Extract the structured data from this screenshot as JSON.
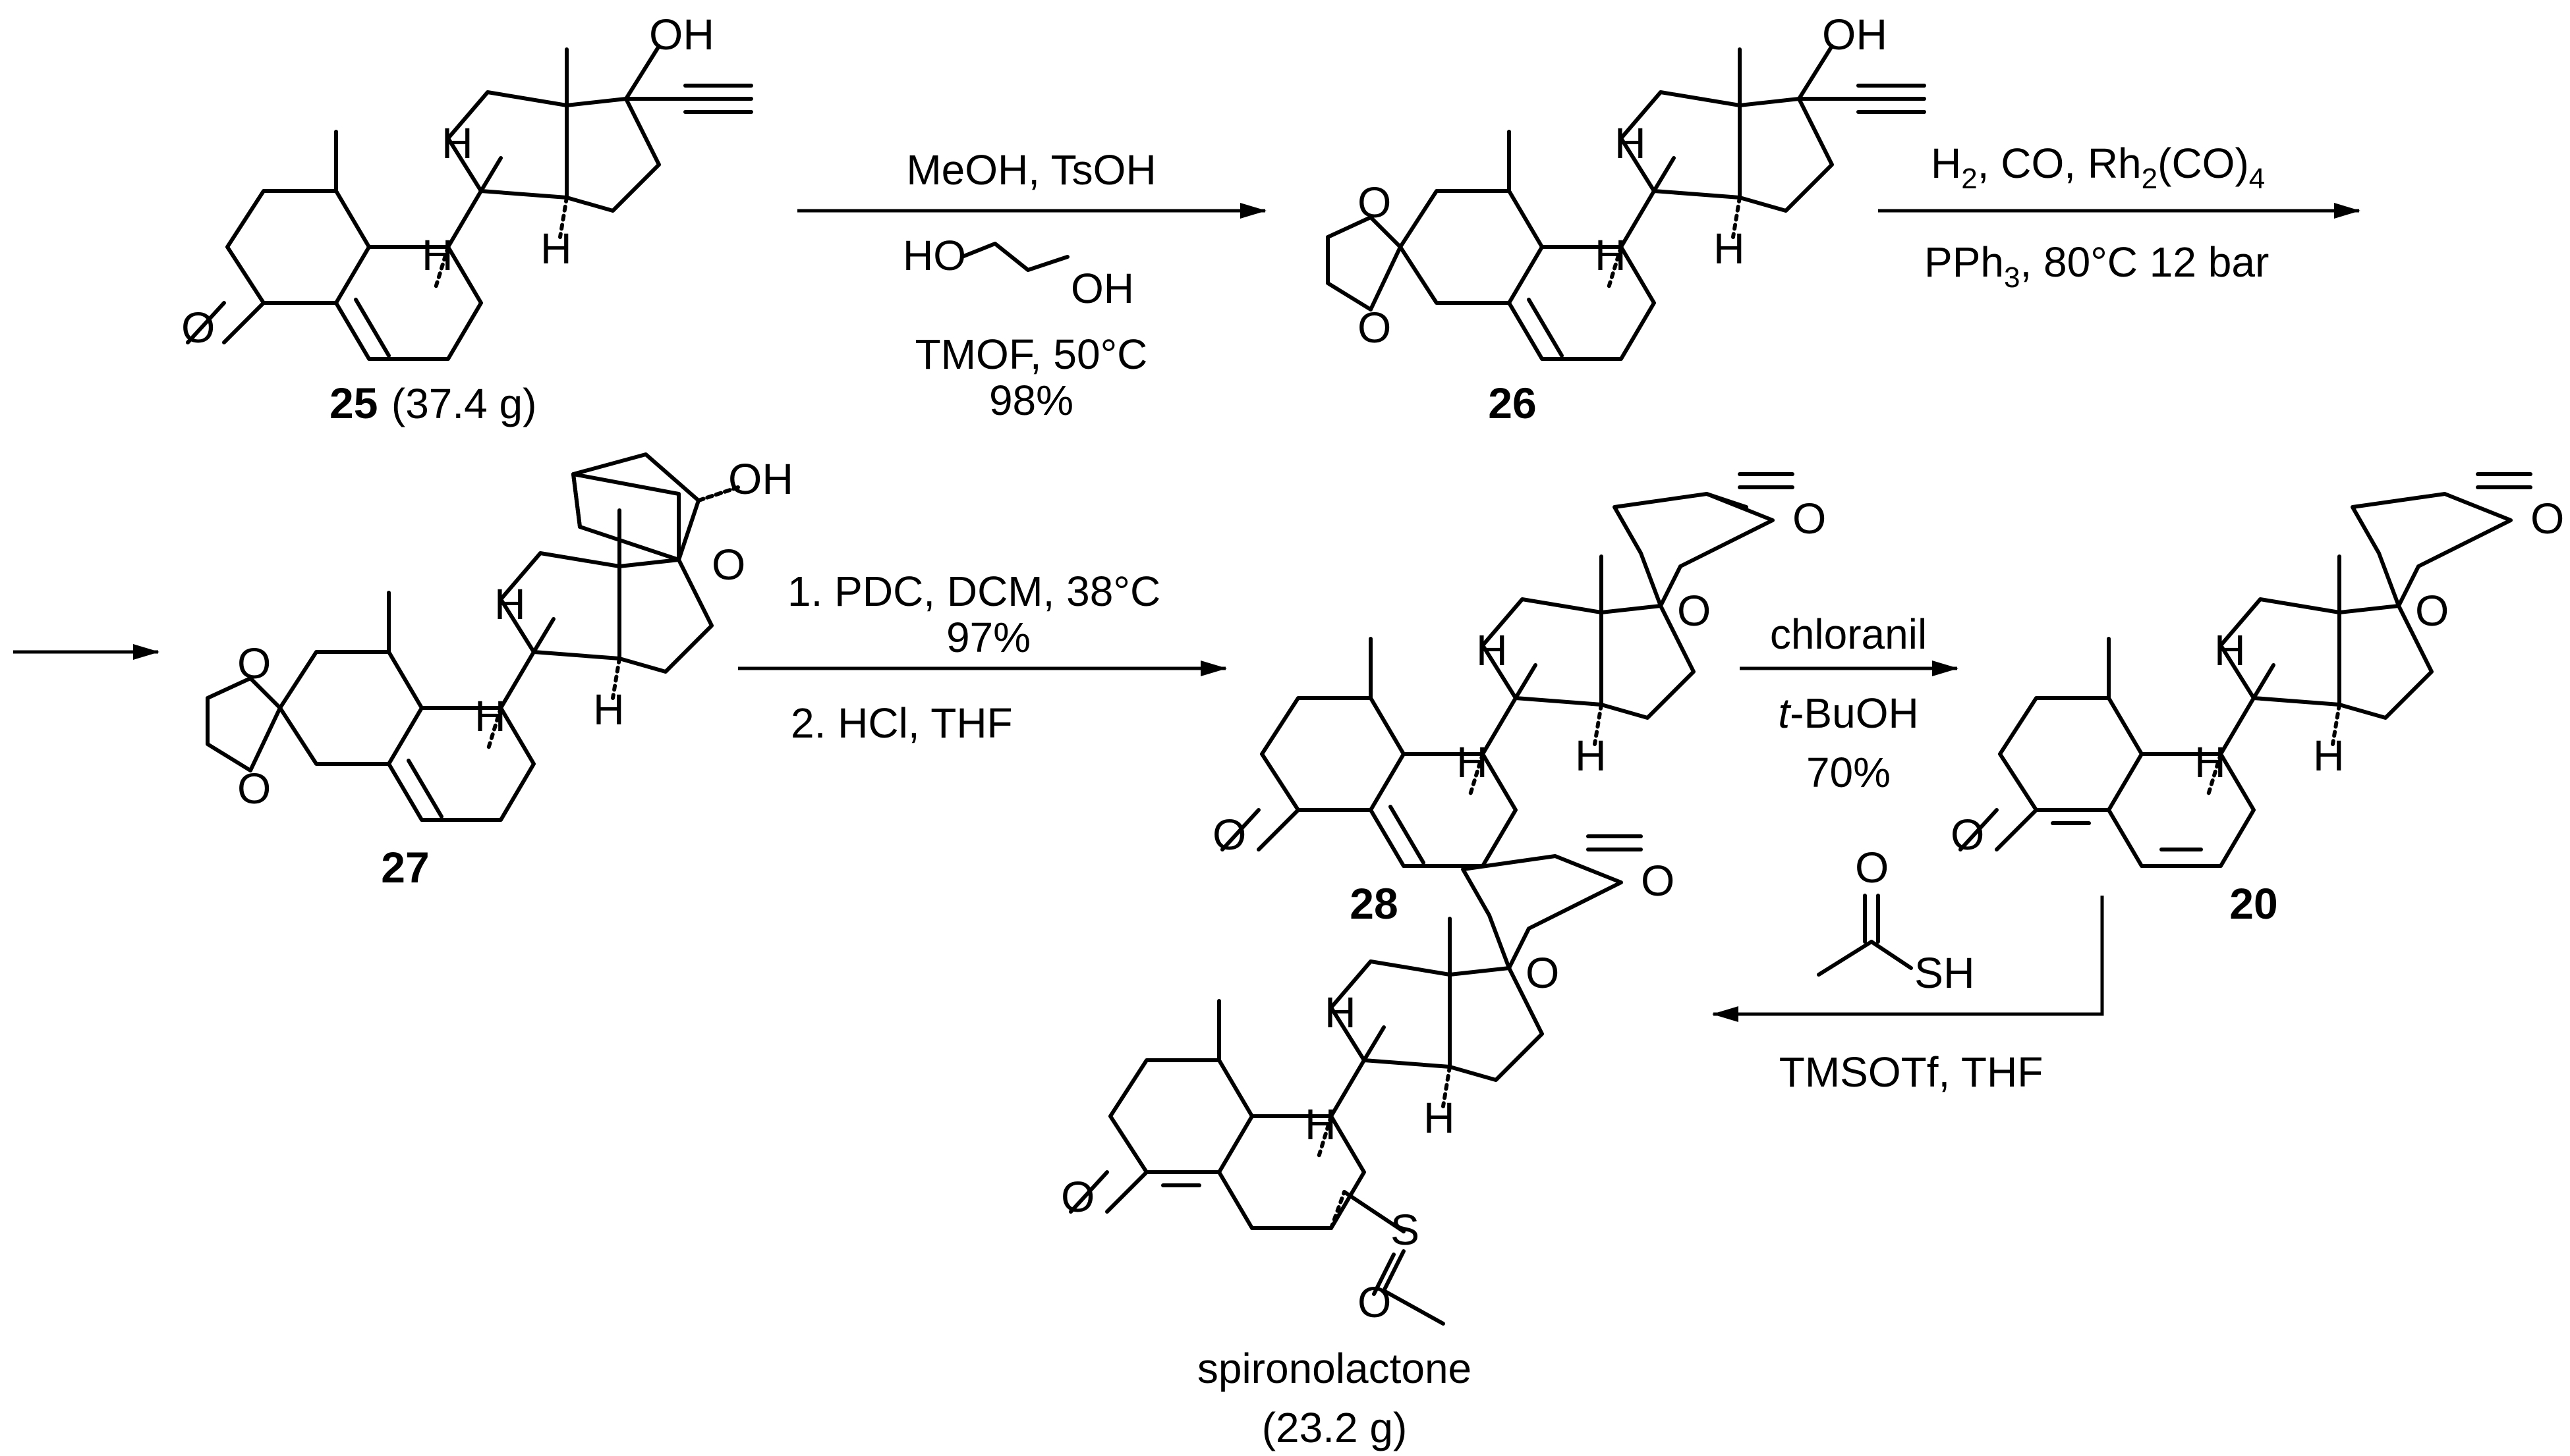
{
  "compounds": {
    "c25": {
      "number": "25",
      "amount": "(37.4 g)"
    },
    "c26": {
      "number": "26"
    },
    "c27": {
      "number": "27"
    },
    "c28": {
      "number": "28"
    },
    "c20": {
      "number": "20"
    },
    "spiro": {
      "name": "spironolactone",
      "amount": "(23.2 g)"
    }
  },
  "atoms": {
    "OH": "OH",
    "O": "O",
    "H": "H",
    "S": "S",
    "SH": "SH",
    "HO": "HO"
  },
  "steps": {
    "step1": {
      "line1": "MeOH, TsOH",
      "line3": "TMOF, 50°C",
      "yield": "98%"
    },
    "step2": {
      "line1_prefix": "H",
      "line1_a": ", CO, Rh",
      "line1_b": "(CO)",
      "sub2": "2",
      "sub4": "4",
      "line2_a": "PPh",
      "sub3": "3",
      "line2_b": ",  80°C 12 bar"
    },
    "step3": {
      "line1": "1. PDC, DCM, 38°C",
      "yield": "97%",
      "line2": "2. HCl, THF"
    },
    "step4": {
      "line1": "chloranil",
      "line2_italic": "t",
      "line2_rest": "-BuOH",
      "yield": "70%"
    },
    "step5": {
      "line1": "TMSOTf, THF"
    }
  },
  "colors": {
    "ink": "#000000",
    "background": "#ffffff"
  }
}
